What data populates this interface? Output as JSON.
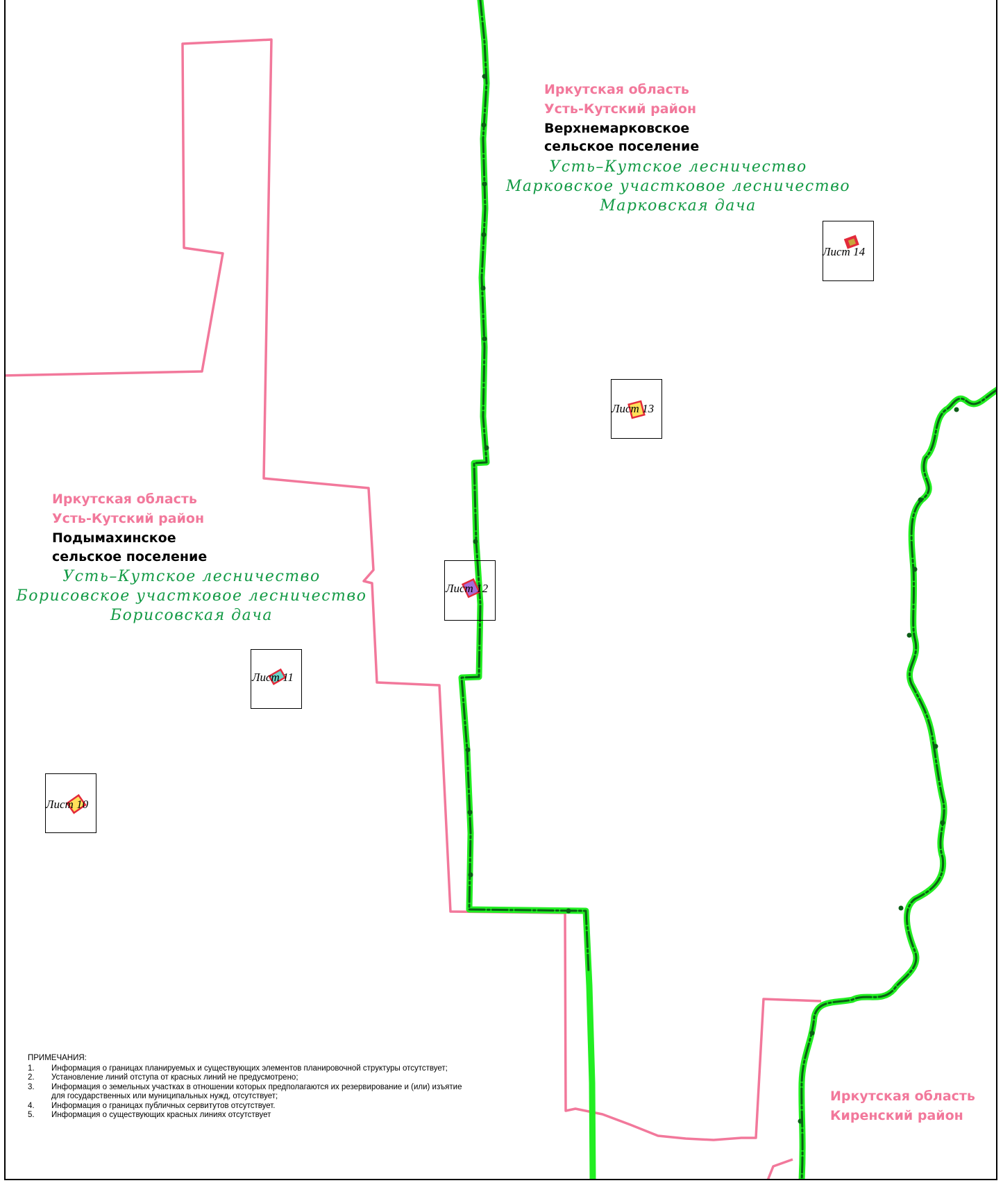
{
  "regions": {
    "upper_right": {
      "oblast": "Иркутская область",
      "rayon": "Усть-Кутский район",
      "settlement_line1": "Верхнемарковское",
      "settlement_line2": "сельское поселение",
      "forestry": "Усть–Кутское лесничество",
      "district_forestry": "Марковское участковое лесничество",
      "dacha": "Марковская дача"
    },
    "left": {
      "oblast": "Иркутская область",
      "rayon": "Усть-Кутский район",
      "settlement_line1": "Подымахинское",
      "settlement_line2": "сельское поселение",
      "forestry": "Усть–Кутское лесничество",
      "district_forestry": "Борисовское участковое лесничество",
      "dacha": "Борисовская дача"
    },
    "lower_right": {
      "oblast": "Иркутская область",
      "rayon": "Киренский район"
    }
  },
  "sheets": [
    {
      "id": "10",
      "label": "Лист 10"
    },
    {
      "id": "11",
      "label": "Лист 11"
    },
    {
      "id": "12",
      "label": "Лист 12"
    },
    {
      "id": "13",
      "label": "Лист 13"
    },
    {
      "id": "14",
      "label": "Лист 14"
    }
  ],
  "notes": {
    "title": "ПРИМЕЧАНИЯ:",
    "items": [
      {
        "num": "1.",
        "text": "Информация о границах планируемых и существующих элементов планировочной структуры отсутствует;"
      },
      {
        "num": "2.",
        "text": "Установление линий отступа от красных линий не предусмотрено;"
      },
      {
        "num": "3.",
        "text": "Информация о земельных участках в отношении которых предполагаются их резервирование и (или) изъятие для государственных или муниципальных нужд, отсутствует;"
      },
      {
        "num": "4.",
        "text": "Информация о границах публичных сервитутов отсутствует."
      },
      {
        "num": "5.",
        "text": "Информация о существующих красных линиях отсутствует"
      }
    ]
  },
  "colors": {
    "municipal_boundary": "#f2789b",
    "forestry_boundary_green": "#22ee22",
    "forestry_boundary_dark": "#0b5e16",
    "sheet_frame": "#000000"
  }
}
